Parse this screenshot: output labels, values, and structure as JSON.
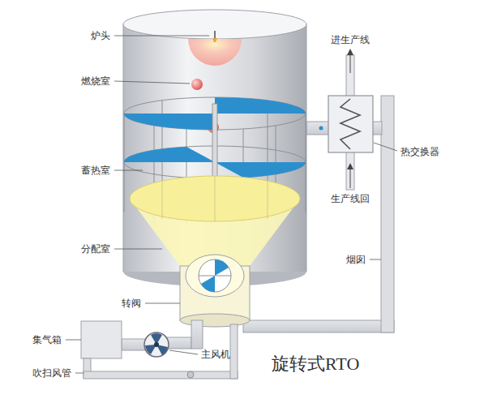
{
  "diagram": {
    "caption": "旋转式RTO",
    "labels": [
      "炉头",
      "进生产线",
      "燃烧室",
      "热交换器",
      "蓄热室",
      "生产线回",
      "分配室",
      "烟囱",
      "转阀",
      "集气箱",
      "主风机",
      "吹扫风管"
    ]
  }
}
